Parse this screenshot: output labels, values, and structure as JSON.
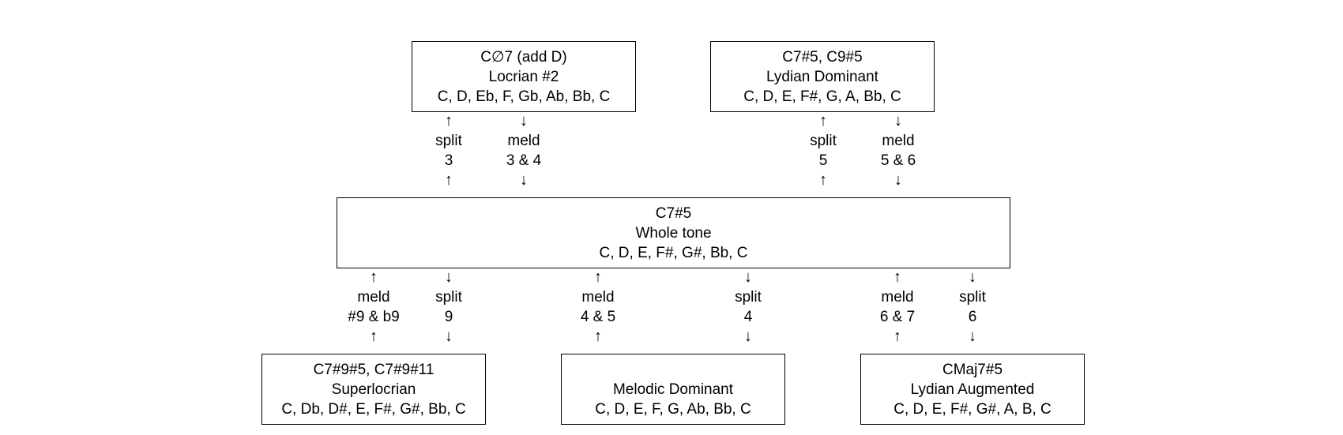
{
  "nodes": {
    "locrian2": {
      "chord": "C∅7 (add D)",
      "name": "Locrian #2",
      "notes": "C, D, Eb, F, Gb, Ab, Bb, C"
    },
    "lydian_dominant": {
      "chord": "C7#5, C9#5",
      "name": "Lydian Dominant",
      "notes": "C, D, E, F#, G, A, Bb, C"
    },
    "whole_tone": {
      "chord": "C7#5",
      "name": "Whole tone",
      "notes": "C, D, E, F#, G#, Bb, C"
    },
    "superlocrian": {
      "chord": "C7#9#5, C7#9#11",
      "name": "Superlocrian",
      "notes": "C, Db, D#, E, F#, G#, Bb, C"
    },
    "melodic_dominant": {
      "chord": "",
      "name": "Melodic Dominant",
      "notes": "C, D, E, F, G, Ab, Bb, C"
    },
    "lydian_augmented": {
      "chord": "CMaj7#5",
      "name": "Lydian Augmented",
      "notes": "C, D, E, F#, G#, A, B, C"
    }
  },
  "edges": {
    "split_3": {
      "op": "split",
      "degree": "3",
      "arrow": "↑"
    },
    "meld_3_4": {
      "op": "meld",
      "degree": "3 & 4",
      "arrow": "↓"
    },
    "split_5": {
      "op": "split",
      "degree": "5",
      "arrow": "↑"
    },
    "meld_5_6": {
      "op": "meld",
      "degree": "5 & 6",
      "arrow": "↓"
    },
    "meld_9_b9": {
      "op": "meld",
      "degree": "#9 & b9",
      "arrow": "↑"
    },
    "split_9": {
      "op": "split",
      "degree": "9",
      "arrow": "↓"
    },
    "meld_4_5": {
      "op": "meld",
      "degree": "4 & 5",
      "arrow": "↑"
    },
    "split_4": {
      "op": "split",
      "degree": "4",
      "arrow": "↓"
    },
    "meld_6_7": {
      "op": "meld",
      "degree": "6 & 7",
      "arrow": "↑"
    },
    "split_6": {
      "op": "split",
      "degree": "6",
      "arrow": "↓"
    }
  }
}
